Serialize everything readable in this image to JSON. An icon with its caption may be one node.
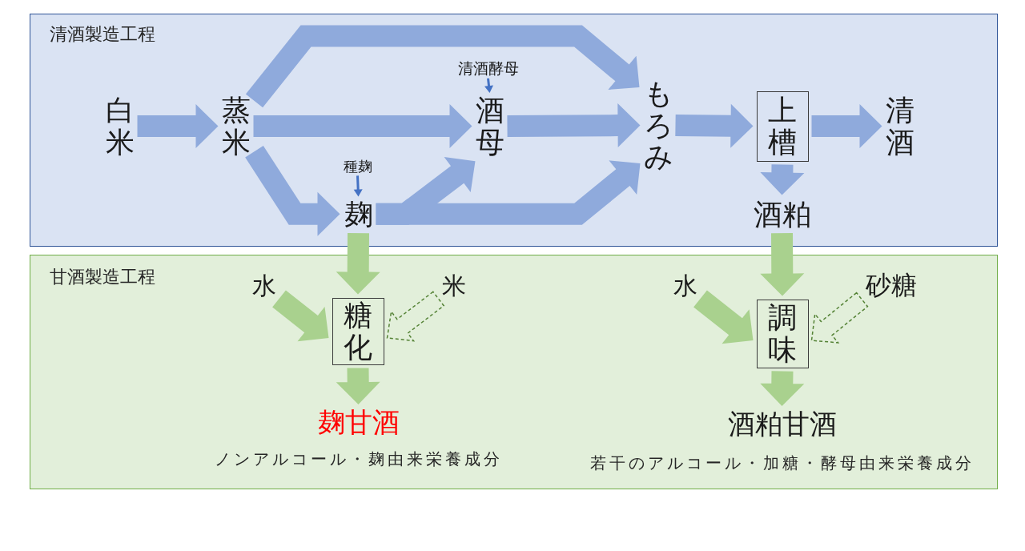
{
  "diagram": {
    "nodes": [
      {
        "text": [
          "清酒製造工程"
        ]
      },
      {
        "text": [
          "甘酒製造工程"
        ]
      },
      {
        "text": [
          "白米"
        ],
        "in": 0
      },
      {
        "text": [
          "蒸米"
        ],
        "in": 0
      },
      {
        "text": [
          "清酒酵母"
        ],
        "in": 0
      },
      {
        "text": [
          "酒母"
        ],
        "in": 0
      },
      {
        "text": [
          "種麹"
        ],
        "in": 0
      },
      {
        "text": [
          "麹"
        ],
        "in": 0
      },
      {
        "text": [
          "もろみ"
        ],
        "in": 0
      },
      {
        "text": [
          "上槽"
        ],
        "in": 0
      },
      {
        "text": [
          "清酒"
        ],
        "in": 0
      },
      {
        "text": [
          "酒粕"
        ],
        "in": 0
      },
      {
        "text": [
          "水"
        ],
        "in": 1
      },
      {
        "text": [
          "米"
        ],
        "in": 1
      },
      {
        "text": [
          "糖化"
        ],
        "in": 1
      },
      {
        "text": [
          "麹甘酒"
        ],
        "in": 1,
        "beside": [
          "ノンアルコール・麹由来栄養成分"
        ]
      },
      {
        "text": [
          "水"
        ],
        "in": 1
      },
      {
        "text": [
          "砂糖"
        ],
        "in": 1
      },
      {
        "text": [
          "調味"
        ],
        "in": 1
      },
      {
        "text": [
          "酒粕甘酒"
        ],
        "in": 1,
        "beside": [
          "若干のアルコール・加糖・酵母由来栄養成分"
        ]
      }
    ],
    "edges": [
      {
        "from": 2,
        "to": 3,
        "arrow": "to"
      },
      {
        "from": 3,
        "to": 8,
        "arrow": "to"
      },
      {
        "from": 3,
        "to": 5,
        "arrow": "to"
      },
      {
        "from": 3,
        "to": 7,
        "arrow": "to"
      },
      {
        "from": 4,
        "to": 5,
        "arrow": "to",
        "color": "#4472c4"
      },
      {
        "from": 6,
        "to": 7,
        "arrow": "to",
        "color": "#4472c4"
      },
      {
        "from": 7,
        "to": 5,
        "arrow": "to"
      },
      {
        "from": 7,
        "to": 8,
        "arrow": "to"
      },
      {
        "from": 5,
        "to": 8,
        "arrow": "to"
      },
      {
        "from": 8,
        "to": 9,
        "arrow": "to"
      },
      {
        "from": 9,
        "to": 10,
        "arrow": "to"
      },
      {
        "from": 9,
        "to": 11,
        "arrow": "to"
      },
      {
        "from": 7,
        "to": 14,
        "arrow": "to",
        "color": "#a9d18e"
      },
      {
        "from": 12,
        "to": 14,
        "arrow": "to",
        "color": "#a9d18e"
      },
      {
        "from": 13,
        "to": 14,
        "arrow": "to",
        "style": "dashed",
        "color": "#548235"
      },
      {
        "from": 14,
        "to": 15,
        "arrow": "to",
        "color": "#a9d18e"
      },
      {
        "from": 11,
        "to": 18,
        "arrow": "to",
        "color": "#a9d18e"
      },
      {
        "from": 16,
        "to": 18,
        "arrow": "to",
        "color": "#a9d18e"
      },
      {
        "from": 17,
        "to": 18,
        "arrow": "to",
        "style": "dashed",
        "color": "#548235"
      },
      {
        "from": 18,
        "to": 19,
        "arrow": "to",
        "color": "#a9d18e"
      }
    ]
  }
}
